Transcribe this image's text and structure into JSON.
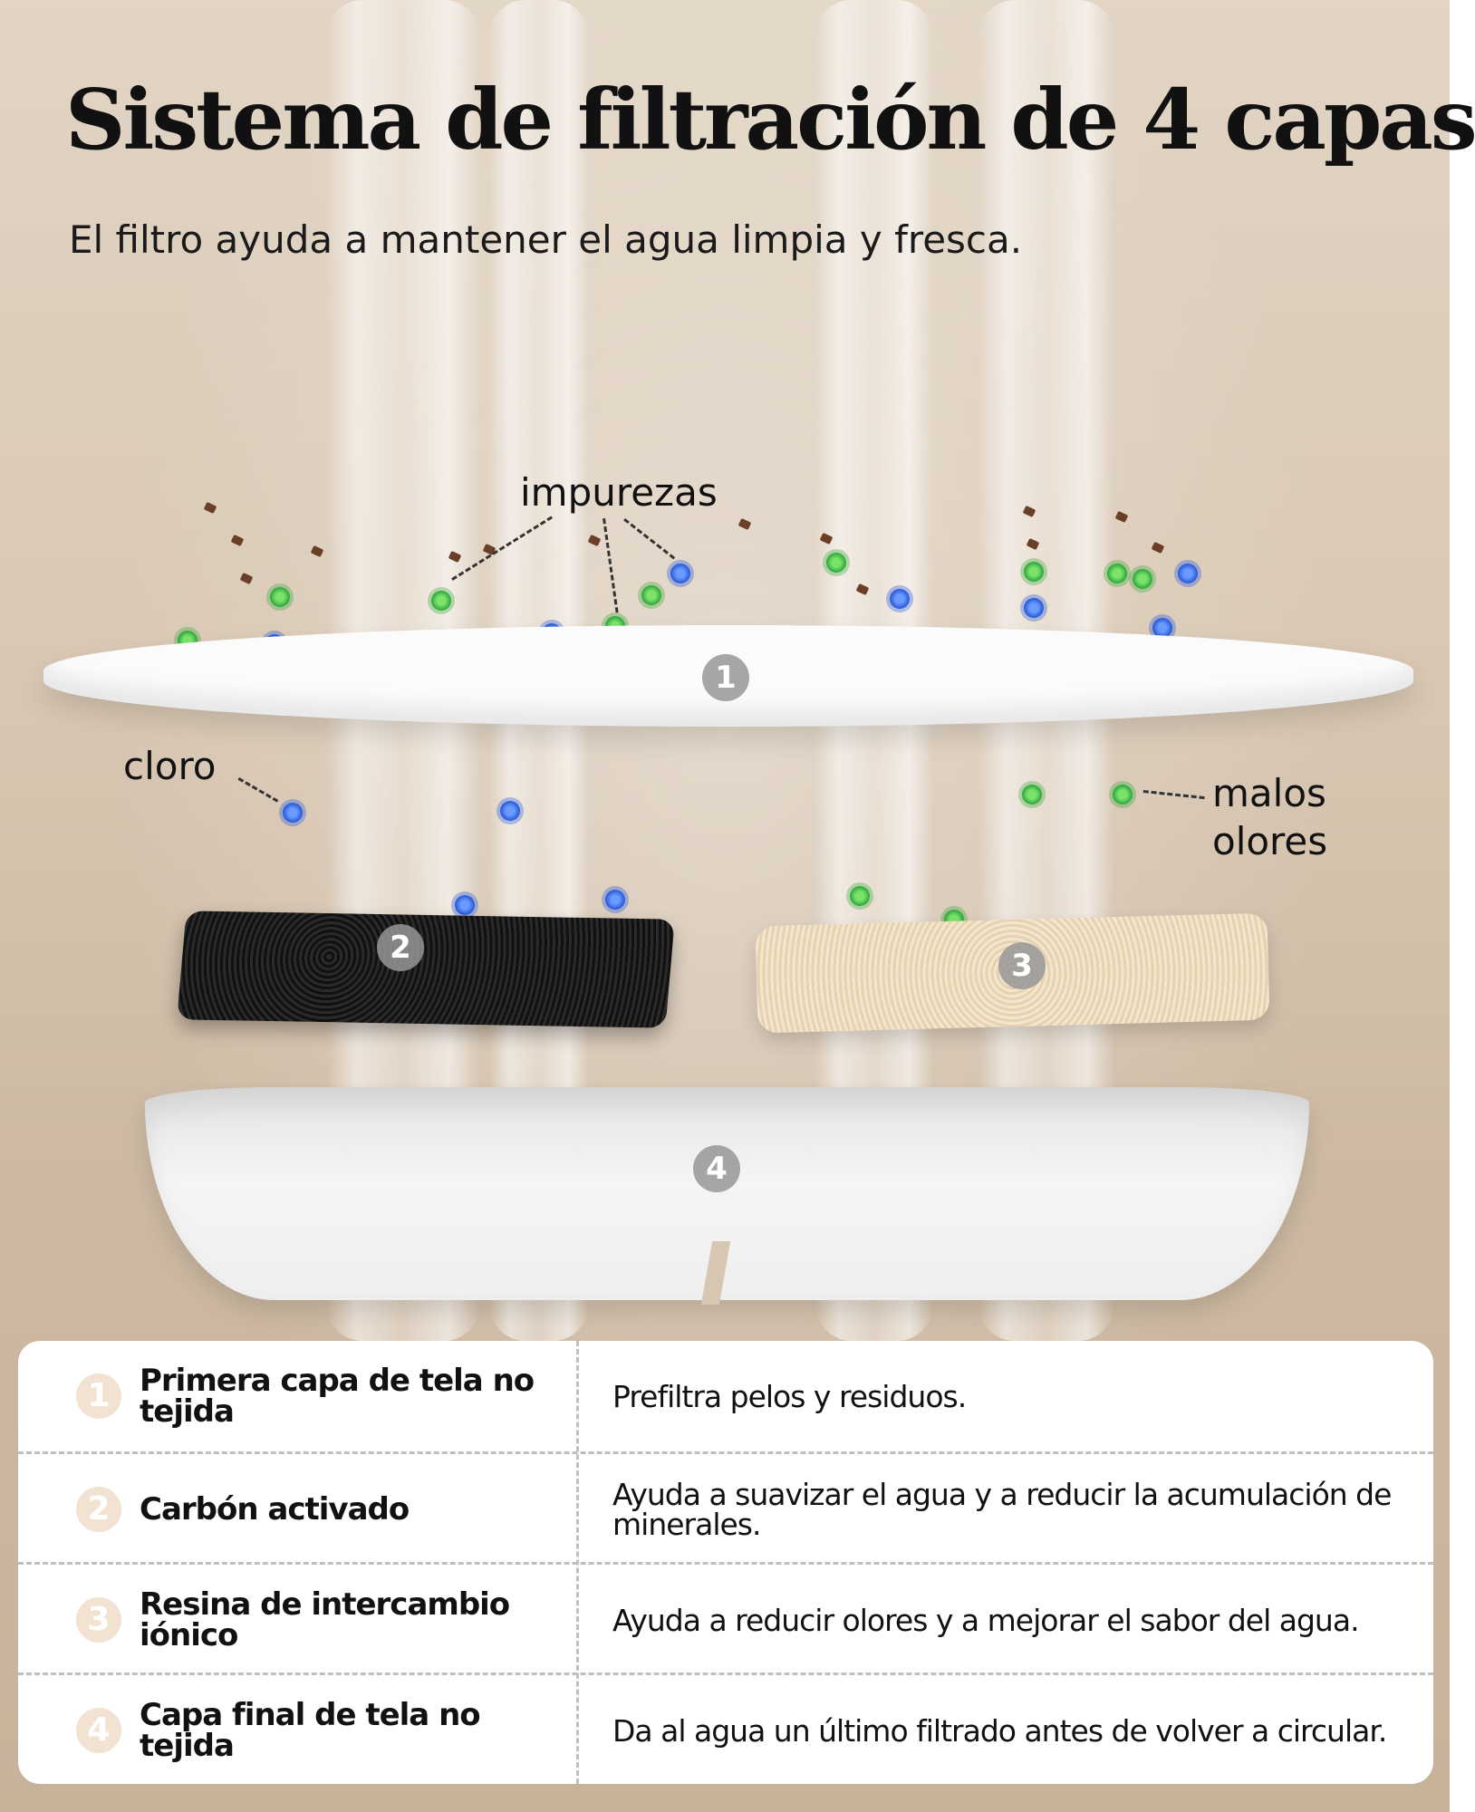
{
  "header": {
    "title": "Sistema de filtración de 4 capas",
    "subtitle": "El filtro ayuda a mantener el agua limpia y fresca."
  },
  "callouts": {
    "impurezas": "impurezas",
    "cloro": "cloro",
    "malos_olores_line1": "malos",
    "malos_olores_line2": "olores"
  },
  "layer_badges": [
    "1",
    "2",
    "3",
    "4"
  ],
  "colors": {
    "background": "#d9c8b4",
    "green_germ": "#2aa53a",
    "blue_germ": "#2555d6",
    "carbon": "#111111",
    "resin": "#e6d2ae",
    "badge_circle": "#f1e2d2"
  },
  "table": {
    "rows": [
      {
        "number": "1",
        "name": "Primera capa de tela no tejida",
        "description": "Prefiltra pelos y residuos."
      },
      {
        "number": "2",
        "name": "Carbón activado",
        "description": "Ayuda a suavizar el agua y a reducir la acumulación de minerales."
      },
      {
        "number": "3",
        "name": "Resina de intercambio iónico",
        "description": "Ayuda a reducir olores y a mejorar el sabor del agua."
      },
      {
        "number": "4",
        "name": "Capa final de tela no tejida",
        "description": "Da al agua un último filtrado antes de volver a circular."
      }
    ]
  }
}
